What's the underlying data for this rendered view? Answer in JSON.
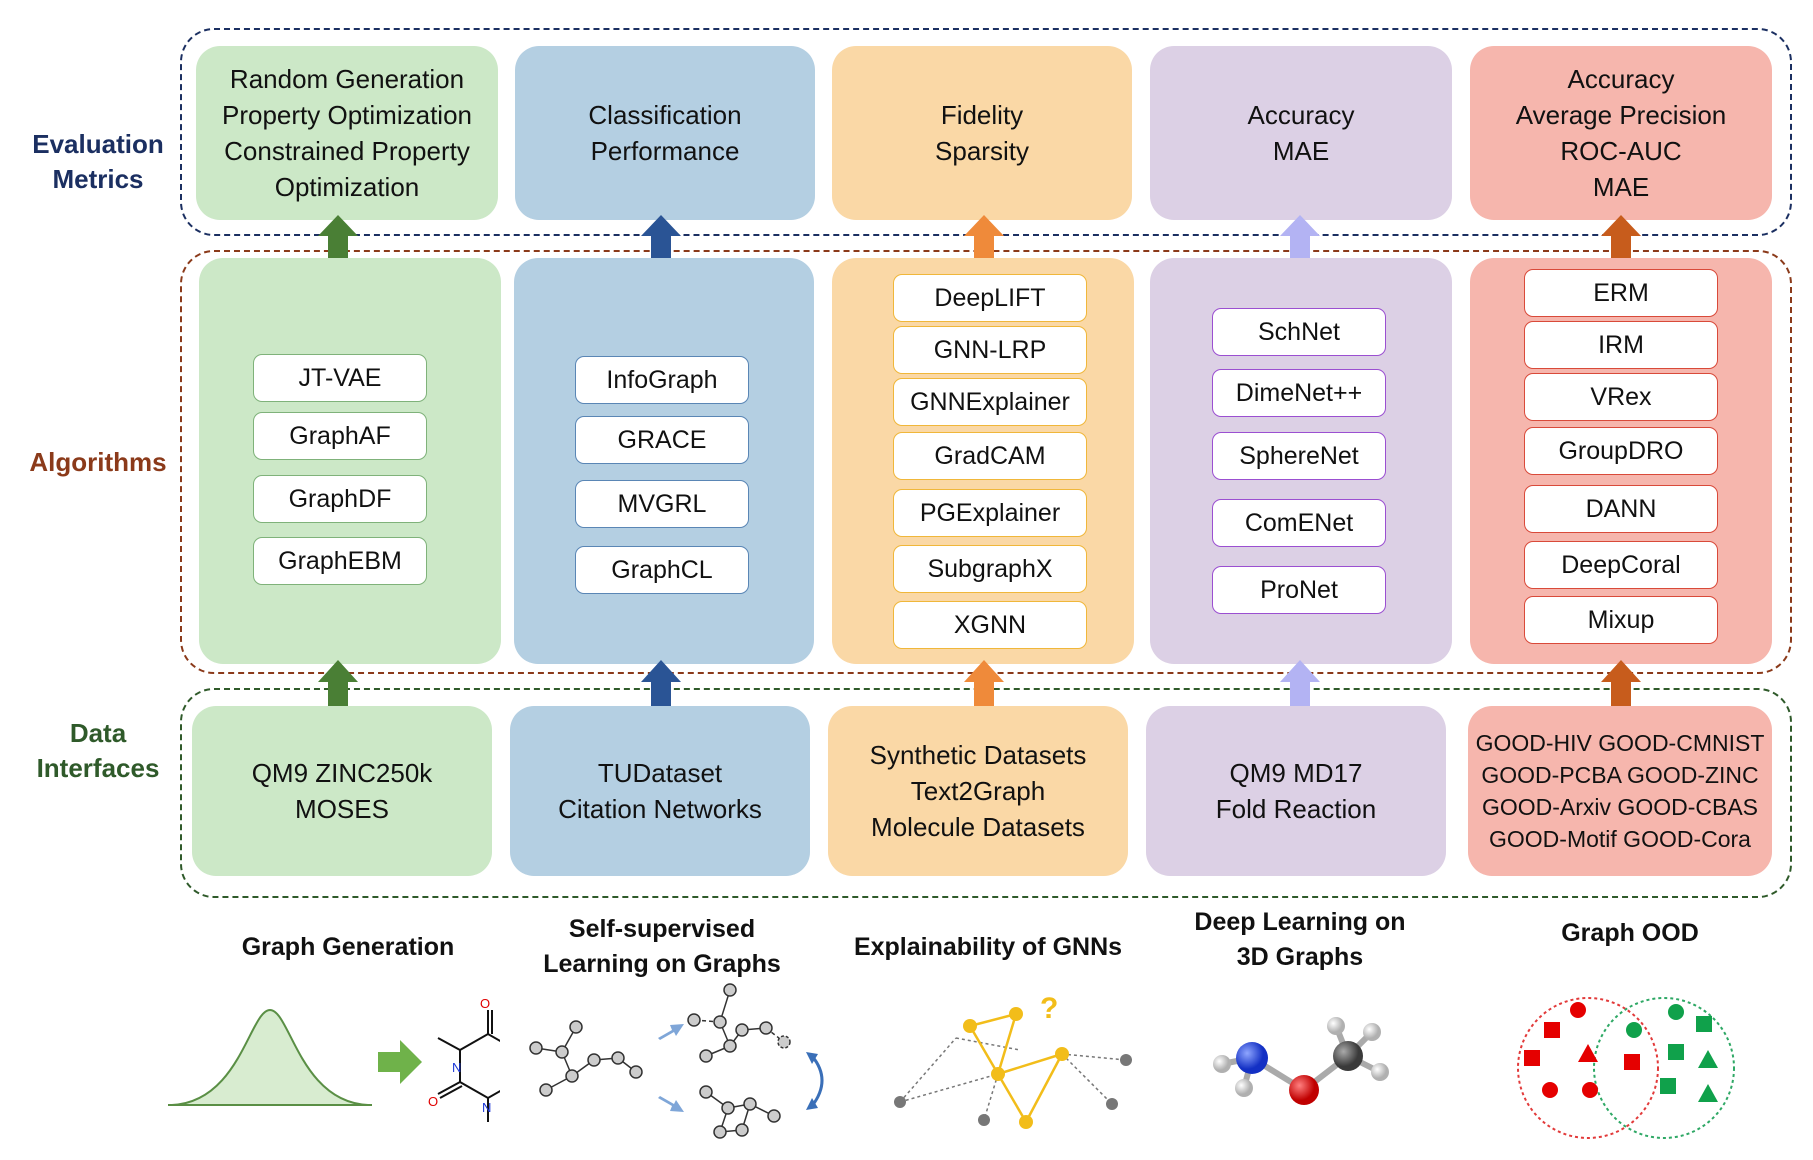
{
  "row_labels": {
    "evaluation": "Evaluation\nMetrics",
    "algorithms": "Algorithms",
    "data": "Data\nInterfaces"
  },
  "colors": {
    "green": "#cce8c7",
    "blue": "#b4cfe2",
    "orange": "#fad8a6",
    "purple": "#dcd0e5",
    "red": "#f6b6ad",
    "evaluation_border": "#1b2f61",
    "algorithms_border": "#8b3a1a",
    "data_border": "#2f5a2a"
  },
  "columns": [
    {
      "title": "Graph Generation",
      "metrics": "Random Generation\nProperty Optimization\nConstrained Property\nOptimization",
      "algorithms": [
        "JT-VAE",
        "GraphAF",
        "GraphDF",
        "GraphEBM"
      ],
      "data": "QM9  ZINC250k\nMOSES"
    },
    {
      "title": "Self-supervised\nLearning on Graphs",
      "metrics": "Classification\nPerformance",
      "algorithms": [
        "InfoGraph",
        "GRACE",
        "MVGRL",
        "GraphCL"
      ],
      "data": "TUDataset\nCitation Networks"
    },
    {
      "title": "Explainability of GNNs",
      "metrics": "Fidelity\nSparsity",
      "algorithms": [
        "DeepLIFT",
        "GNN-LRP",
        "GNNExplainer",
        "GradCAM",
        "PGExplainer",
        "SubgraphX",
        "XGNN"
      ],
      "data": "Synthetic Datasets\nText2Graph\nMolecule Datasets"
    },
    {
      "title": "Deep Learning on\n3D Graphs",
      "metrics": "Accuracy\nMAE",
      "algorithms": [
        "SchNet",
        "DimeNet++",
        "SphereNet",
        "ComENet",
        "ProNet"
      ],
      "data": "QM9  MD17\nFold Reaction"
    },
    {
      "title": "Graph OOD",
      "metrics": "Accuracy\nAverage Precision\nROC-AUC\nMAE",
      "algorithms": [
        "ERM",
        "IRM",
        "VRex",
        "GroupDRO",
        "DANN",
        "DeepCoral",
        "Mixup"
      ],
      "data": "GOOD-HIV GOOD-CMNIST\nGOOD-PCBA GOOD-ZINC\nGOOD-Arxiv GOOD-CBAS\nGOOD-Motif GOOD-Cora"
    }
  ],
  "molecule_atoms": [
    "O",
    "N",
    "N",
    "O",
    "N",
    "N"
  ],
  "explain_mark": "?"
}
